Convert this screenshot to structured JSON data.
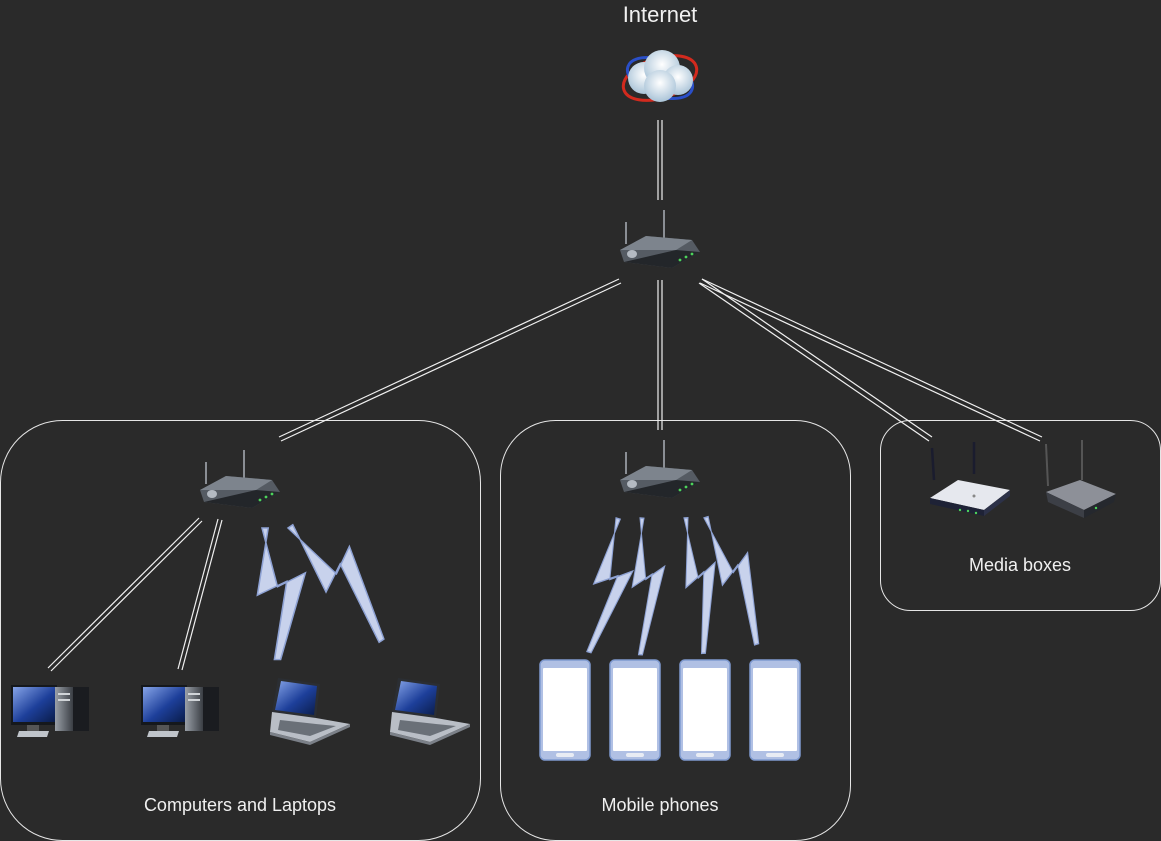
{
  "title": "Internet",
  "groups": {
    "computers": {
      "label": "Computers and Laptops"
    },
    "phones": {
      "label": "Mobile phones"
    },
    "media": {
      "label": "Media boxes"
    }
  },
  "icons": {
    "internet": "cloud-icon",
    "router": "wireless-router-icon",
    "desktop": "desktop-computer-icon",
    "laptop": "laptop-icon",
    "phone": "smartphone-icon",
    "wireless": "lightning-bolt-icon",
    "mediabox": "media-box-icon"
  },
  "colors": {
    "background": "#2a2a2a",
    "line": "#f0f0f0",
    "bolt": "#c8d2ec",
    "phone_border": "#7f9ad0"
  }
}
